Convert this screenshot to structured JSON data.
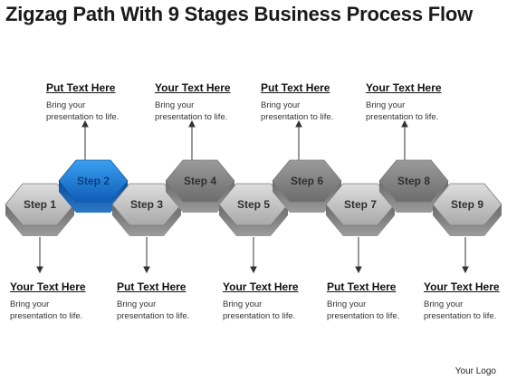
{
  "title": "Zigzag Path With 9 Stages Business Process Flow",
  "logo": "Your Logo",
  "colors": {
    "accent": "#1f7fd8",
    "hex_gray": "#8c8c8c",
    "hex_light": "#c6c6c6"
  },
  "steps": [
    {
      "label": "Step 1",
      "highlight": false
    },
    {
      "label": "Step 2",
      "highlight": true
    },
    {
      "label": "Step 3",
      "highlight": false
    },
    {
      "label": "Step 4",
      "highlight": false
    },
    {
      "label": "Step 5",
      "highlight": false
    },
    {
      "label": "Step 6",
      "highlight": false
    },
    {
      "label": "Step 7",
      "highlight": false
    },
    {
      "label": "Step 8",
      "highlight": false
    },
    {
      "label": "Step 9",
      "highlight": false
    }
  ],
  "top_captions": [
    {
      "heading": "Put Text Here",
      "line1": "Bring your",
      "line2": "presentation to life."
    },
    {
      "heading": "Your Text Here",
      "line1": "Bring your",
      "line2": "presentation to life."
    },
    {
      "heading": "Put Text Here",
      "line1": "Bring your",
      "line2": "presentation to life."
    },
    {
      "heading": "Your Text Here",
      "line1": "Bring your",
      "line2": "presentation to life."
    }
  ],
  "bottom_captions": [
    {
      "heading": "Your Text Here",
      "line1": "Bring your",
      "line2": "presentation to life."
    },
    {
      "heading": "Put Text Here",
      "line1": "Bring your",
      "line2": "presentation to life."
    },
    {
      "heading": "Your Text Here",
      "line1": "Bring your",
      "line2": "presentation to life."
    },
    {
      "heading": "Put Text Here",
      "line1": "Bring your",
      "line2": "presentation to life."
    },
    {
      "heading": "Your Text Here",
      "line1": "Bring your",
      "line2": "presentation to life."
    }
  ]
}
